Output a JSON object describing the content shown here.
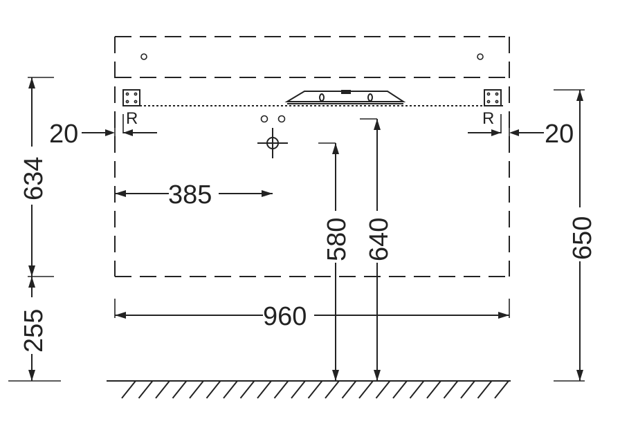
{
  "dimensions": {
    "wall_left_offset": "20",
    "wall_right_offset": "20",
    "upper_height": "634",
    "lower_height": "255",
    "tap_offset": "385",
    "drain_height": "580",
    "inlet_height": "640",
    "total_height": "650",
    "cabinet_width": "960"
  },
  "markers": {
    "left_bracket": "R",
    "right_bracket": "R"
  },
  "icons": {
    "bracket": "bracket-icon",
    "level": "spirit-level-icon",
    "drain": "crosshair-drain-icon",
    "floor": "floor-hatch"
  }
}
